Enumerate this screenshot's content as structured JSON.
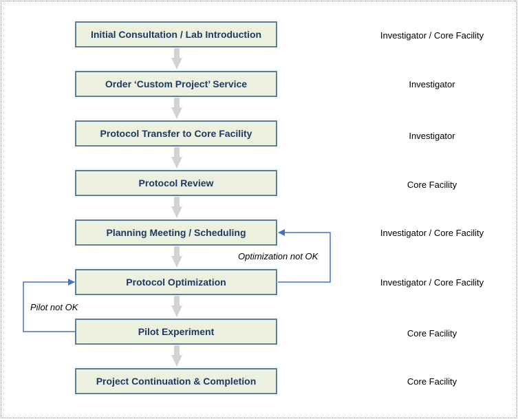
{
  "steps": [
    {
      "label": "Initial Consultation / Lab Introduction",
      "role": "Investigator / Core Facility"
    },
    {
      "label": "Order ‘Custom Project’ Service",
      "role": "Investigator"
    },
    {
      "label": "Protocol Transfer to Core Facility",
      "role": "Investigator"
    },
    {
      "label": "Protocol Review",
      "role": "Core Facility"
    },
    {
      "label": "Planning Meeting / Scheduling",
      "role": "Investigator / Core Facility"
    },
    {
      "label": "Protocol Optimization",
      "role": "Investigator / Core Facility"
    },
    {
      "label": "Pilot Experiment",
      "role": "Core Facility"
    },
    {
      "label": "Project Continuation & Completion",
      "role": "Core Facility"
    }
  ],
  "loops": {
    "optimization_not_ok": "Optimization not OK",
    "pilot_not_ok": "Pilot not OK"
  },
  "colors": {
    "box_fill": "#ebf1de",
    "box_border": "#5b7f95",
    "box_text": "#1f3864",
    "flow_arrow": "#d3d3d3",
    "loop_line": "#4472c4"
  }
}
